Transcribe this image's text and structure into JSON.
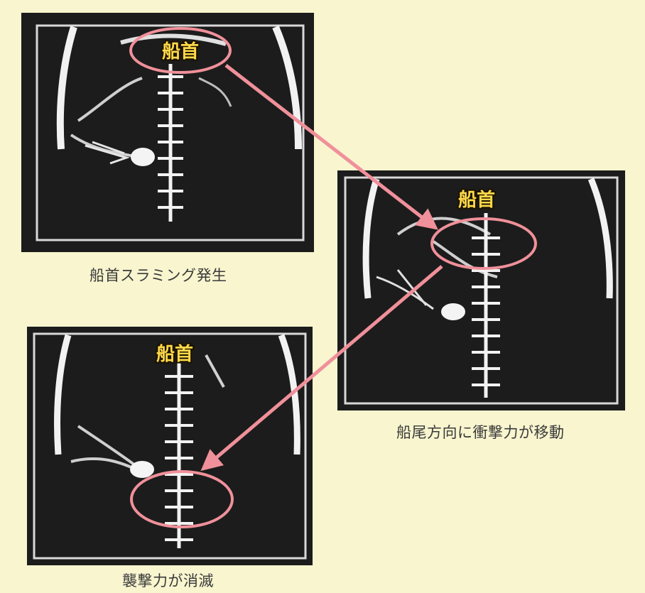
{
  "frames": [
    {
      "caption": "船首スラミング発生",
      "bow_label": "船首"
    },
    {
      "caption": "船尾方向に衝撃力が移動",
      "bow_label": "船首"
    },
    {
      "caption": "襲撃力が消滅",
      "bow_label": "船首"
    }
  ],
  "colors": {
    "background": "#f8f5cf",
    "frame": "#1c1c1c",
    "hull": "#f2f2f2",
    "highlight": "#f0909a",
    "label_fill": "#ffd94a"
  }
}
